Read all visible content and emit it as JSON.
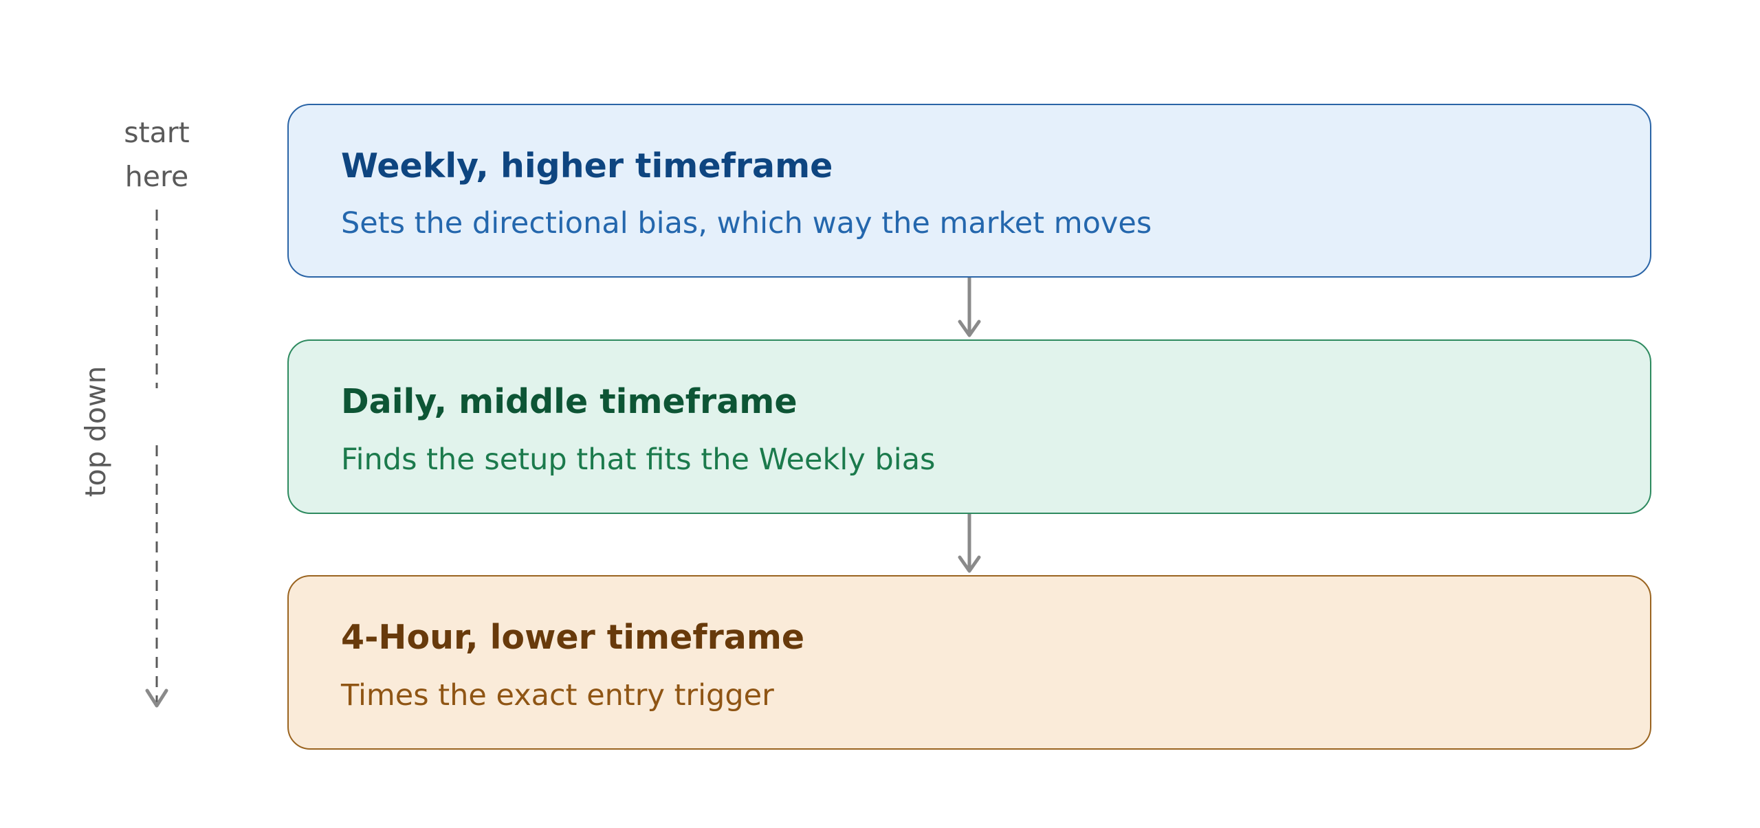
{
  "side": {
    "start_line1": "start",
    "start_line2": "here",
    "direction_label": "top down"
  },
  "steps": [
    {
      "title": "Weekly, higher timeframe",
      "description": "Sets the directional bias, which way the market moves",
      "fill": "#e5f0fb",
      "stroke": "#2a64a6",
      "title_color": "#0e4580",
      "text_color": "#2467ad"
    },
    {
      "title": "Daily, middle timeframe",
      "description": "Finds the setup that fits the Weekly bias",
      "fill": "#e1f3ec",
      "stroke": "#2d8a5f",
      "title_color": "#0d5535",
      "text_color": "#1b7a4c"
    },
    {
      "title": "4-Hour, lower timeframe",
      "description": "Times the exact entry trigger",
      "fill": "#faebd9",
      "stroke": "#9a6420",
      "title_color": "#683a0b",
      "text_color": "#8f5514"
    }
  ],
  "colors": {
    "arrow": "#8a8a8a",
    "side_text": "#5a5a5a"
  },
  "icons": {
    "step_connector": "arrow-down-icon",
    "direction": "dashed-arrow-down-icon"
  }
}
